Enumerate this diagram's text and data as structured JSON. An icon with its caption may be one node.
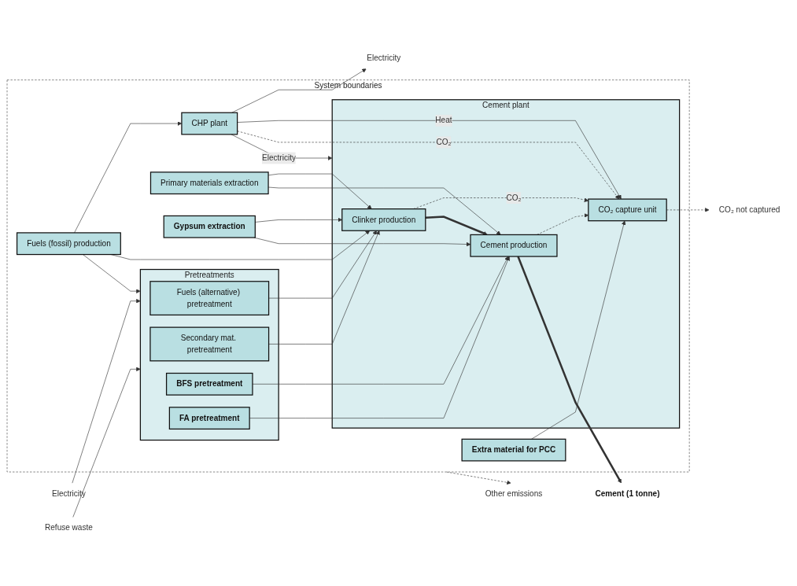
{
  "diagram": {
    "nodes": [
      {
        "text": [
          "System boundaries"
        ]
      },
      {
        "text": [
          "Primary materials extraction"
        ],
        "in": 0
      },
      {
        "text": [
          "Fuels (fossil) production"
        ],
        "in": 0
      },
      {
        "text": [
          "Pretreatments"
        ],
        "in": 0
      },
      {
        "text": [
          "Fuels (alternative) pretreatment"
        ],
        "in": 3
      },
      {
        "text": [
          "Secondary mat. pretreatment"
        ],
        "in": 3
      },
      {
        "text": [
          "BFS pretreatment"
        ],
        "in": 3
      },
      {
        "text": [
          "FA pretreatment"
        ],
        "in": 3
      },
      {
        "text": [
          "Gypsum extraction"
        ],
        "in": 0
      },
      {
        "text": [
          "Extra material for PCC"
        ],
        "in": 0
      },
      {
        "text": [
          "CHP plant"
        ],
        "in": 0
      },
      {
        "text": [
          "Cement plant"
        ],
        "in": 0
      },
      {
        "text": [
          "Clinker production"
        ],
        "in": 11
      },
      {
        "text": [
          "Cement production"
        ],
        "in": 11
      },
      {
        "text": [
          "CO₂ capture unit"
        ],
        "in": 11
      },
      {
        "text": [
          "Electricity"
        ]
      },
      {
        "text": [
          "Refuse waste"
        ]
      },
      {
        "text": [
          "Electricity"
        ]
      },
      {
        "text": [
          "CO₂ not captured"
        ]
      },
      {
        "text": [
          "Other emissions"
        ]
      },
      {
        "text": [
          "Cement (1 tonne)"
        ]
      }
    ],
    "edges": [
      {
        "from": 2,
        "to": 10,
        "arrow": "to"
      },
      {
        "from": 2,
        "to": 12,
        "arrow": "to"
      },
      {
        "from": 2,
        "to": 3,
        "arrow": "to"
      },
      {
        "from": 1,
        "to": 12,
        "arrow": "to"
      },
      {
        "from": 1,
        "to": 13,
        "arrow": "to"
      },
      {
        "from": 8,
        "to": 12,
        "arrow": "to"
      },
      {
        "from": 8,
        "to": 13,
        "arrow": "to"
      },
      {
        "from": 4,
        "to": 12,
        "arrow": "to"
      },
      {
        "from": 5,
        "to": 12,
        "arrow": "to"
      },
      {
        "from": 6,
        "to": 13,
        "arrow": "to"
      },
      {
        "from": 7,
        "to": 13,
        "arrow": "to"
      },
      {
        "from": 15,
        "to": 3,
        "arrow": "to"
      },
      {
        "from": 16,
        "to": 3,
        "arrow": "to"
      },
      {
        "from": 10,
        "to": 17,
        "arrow": "to"
      },
      {
        "from": 10,
        "to": 11,
        "label": "Electricity",
        "arrow": "to"
      },
      {
        "from": 10,
        "to": 14,
        "label": "Heat",
        "arrow": "to"
      },
      {
        "from": 10,
        "to": 14,
        "label": "CO₂",
        "arrow": "to",
        "style": "dashed"
      },
      {
        "from": 12,
        "to": 14,
        "label": "CO₂",
        "arrow": "to",
        "style": "dashed"
      },
      {
        "from": 13,
        "to": 14,
        "arrow": "to",
        "style": "dashed"
      },
      {
        "from": 9,
        "to": 14,
        "arrow": "to"
      },
      {
        "from": 12,
        "to": 13,
        "arrow": "to",
        "style": "thick"
      },
      {
        "from": 14,
        "to": 18,
        "arrow": "to",
        "style": "dashed"
      },
      {
        "from": 0,
        "to": 19,
        "arrow": "to",
        "style": "dashed"
      },
      {
        "from": 13,
        "to": 20,
        "arrow": "to",
        "style": "thick"
      }
    ]
  }
}
